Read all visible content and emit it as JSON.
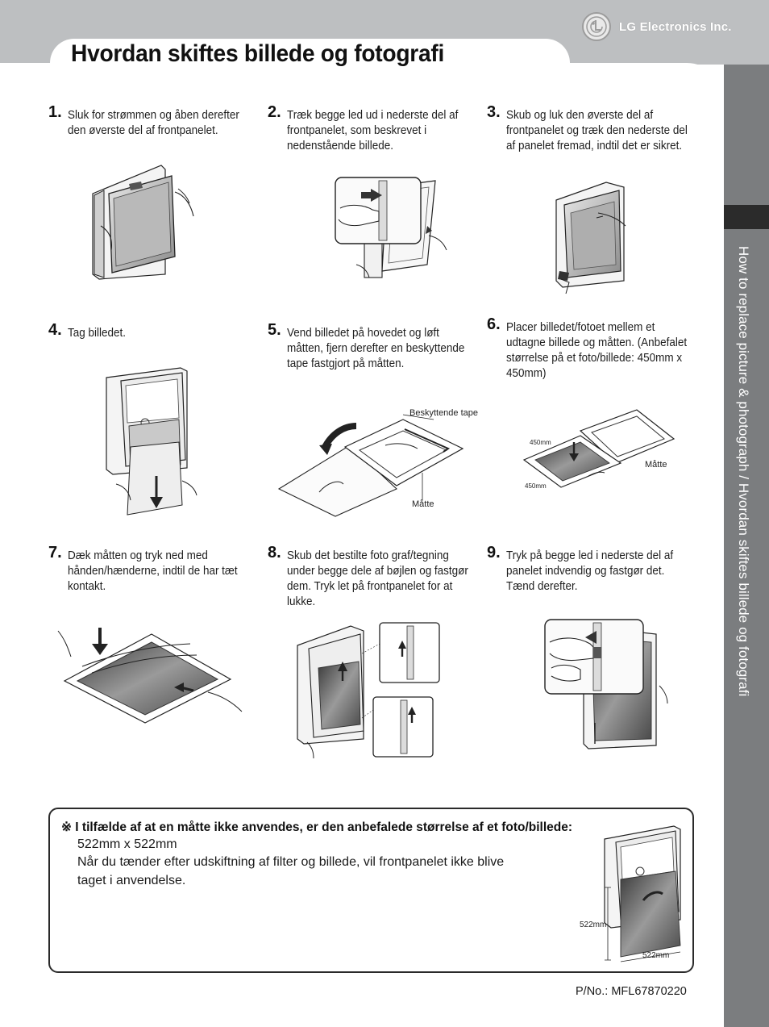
{
  "header": {
    "title": "Hvordan skiftes billede og fotografi",
    "logo_text": "LG Electronics Inc."
  },
  "side_label": "How to replace picture & photograph / Hvordan skiftes billede og fotografi",
  "steps": [
    {
      "num": "1.",
      "text": "Sluk for strømmen og åben derefter den øverste del af frontpanelet."
    },
    {
      "num": "2.",
      "text": "Træk begge led ud i nederste del af frontpanelet, som beskrevet i nedenstående billede."
    },
    {
      "num": "3.",
      "text": "Skub og luk den øverste del af frontpanelet og træk den nederste del af panelet fremad, indtil det er sikret."
    },
    {
      "num": "4.",
      "text": "Tag billedet."
    },
    {
      "num": "5.",
      "text": "Vend billedet på hovedet og løft måtten, fjern derefter en beskyttende tape fastgjort på måtten."
    },
    {
      "num": "6.",
      "text": "Placer billedet/fotoet mellem et udtagne billede og måtten. (Anbefalet størrelse på et foto/billede: 450mm x 450mm)"
    },
    {
      "num": "7.",
      "text": "Dæk måtten og tryk ned med hånden/hænderne, indtil de har tæt kontakt."
    },
    {
      "num": "8.",
      "text": "Skub det bestilte foto graf/tegning under begge dele af bøjlen og fastgør dem. Tryk let på frontpanelet for at lukke."
    },
    {
      "num": "9.",
      "text": "Tryk på begge led i nederste del af panelet indvendig og fastgør det. Tænd derefter."
    }
  ],
  "labels": {
    "tape": "Beskyttende tape",
    "mat_5": "Måtte",
    "mat_6": "Måtte",
    "dim_6_top": "450mm",
    "dim_6_bottom": "450mm",
    "dim_note_left": "522mm",
    "dim_note_bottom": "522mm"
  },
  "note": {
    "heading": "※ I tilfælde af at en måtte ikke anvendes, er den anbefalede størrelse af et foto/billede:",
    "line1": "522mm x 522mm",
    "line2": "Når du tænder efter udskiftning af filter og billede, vil frontpanelet ikke blive",
    "line3": "taget i anvendelse."
  },
  "part_number": "P/No.: MFL67870220",
  "colors": {
    "header_gray": "#bdbfc1",
    "sidebar_gray": "#7b7d7f",
    "sidebar_tab": "#2b2b2b"
  }
}
